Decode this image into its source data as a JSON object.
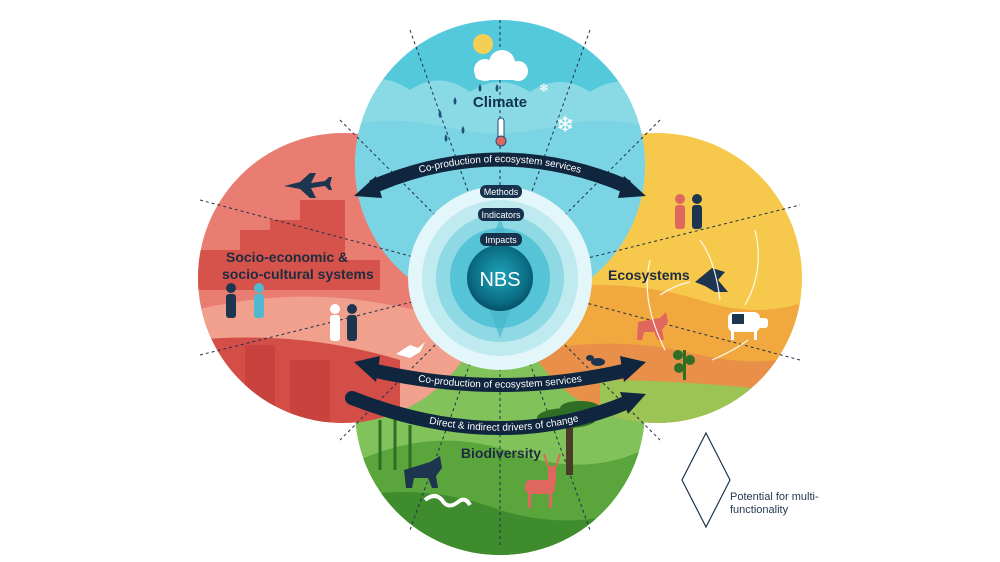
{
  "center": {
    "label": "NBS"
  },
  "rings": {
    "methods": "Methods",
    "indicators": "Indicators",
    "impacts": "Impacts"
  },
  "lobes": {
    "climate": "Climate",
    "socio_line1": "Socio-economic &",
    "socio_line2": "socio-cultural systems",
    "ecosystems": "Ecosystems",
    "biodiversity": "Biodiversity"
  },
  "arrows": {
    "top": "Co-production of ecosystem services",
    "bottom": "Co-production of ecosystem services",
    "drivers": "Direct & indirect drivers of change"
  },
  "legend": {
    "label": "Potential for multi-functionality"
  },
  "colors": {
    "climate": "#3cc3d8",
    "socio": "#e0675e",
    "ecosystems": "#f6c94c",
    "biodiversity": "#74b94d",
    "arrow": "#10263e",
    "center": "#0a7c92"
  },
  "icons": [
    "sun-icon",
    "cloud-icon",
    "raindrop-icon",
    "thermometer-icon",
    "snowflake-icon",
    "airplane-icon",
    "people-icon",
    "dove-icon",
    "wasp-icon",
    "eagle-icon",
    "cow-icon",
    "wolf-icon",
    "deer-icon",
    "snake-icon",
    "tree-icon"
  ]
}
